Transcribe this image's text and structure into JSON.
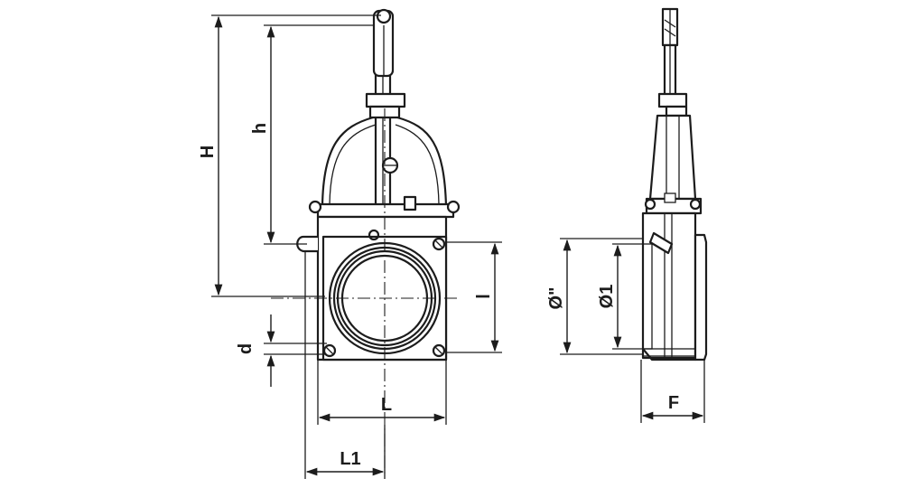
{
  "labels": {
    "H": "H",
    "h": "h",
    "d": "d",
    "l": "l",
    "L": "L",
    "L1": "L1",
    "od": "Ø\"",
    "o1": "Ø1",
    "F": "F"
  }
}
